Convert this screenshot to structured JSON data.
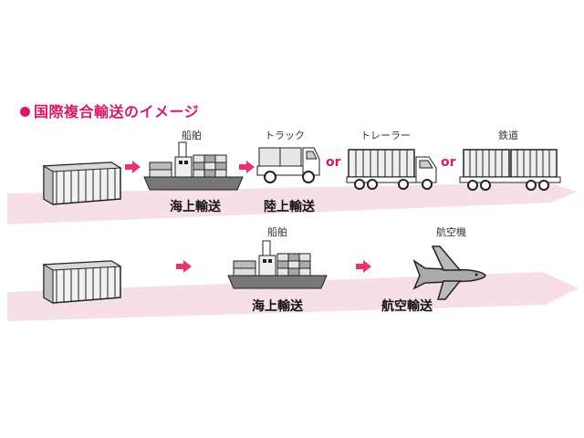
{
  "title": "国際複合輸送のイメージ",
  "row1": {
    "ship_label": "船舶",
    "truck_label": "トラック",
    "trailer_label": "トレーラー",
    "rail_label": "鉄道",
    "sea_mode": "海上輸送",
    "land_mode": "陸上輸送",
    "or1": "or",
    "or2": "or"
  },
  "row2": {
    "ship_label": "船舶",
    "plane_label": "航空機",
    "sea_mode": "海上輸送",
    "air_mode": "航空輸送"
  },
  "colors": {
    "accent": "#d6186a",
    "arrow": "#e8336f",
    "band": "#f7dfe8"
  },
  "icons": {
    "container": "shipping-container-icon",
    "ship": "cargo-ship-icon",
    "truck": "truck-icon",
    "trailer": "trailer-truck-icon",
    "train": "freight-train-icon",
    "plane": "airplane-icon"
  }
}
